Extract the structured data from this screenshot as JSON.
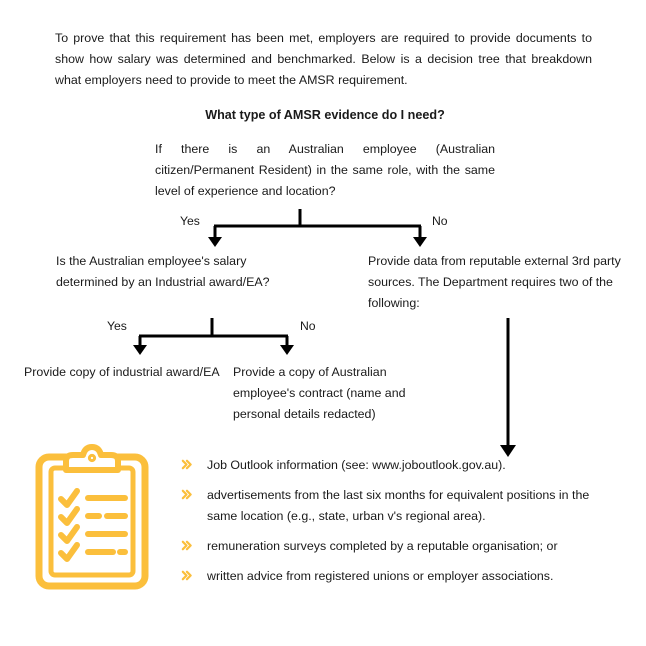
{
  "document": {
    "intro_paragraph": "To prove that this requirement has been met, employers are required to provide documents to show how salary was determined and benchmarked. Below is a decision tree that breakdown what employers need to provide to meet the AMSR requirement.",
    "headline": "What type of AMSR evidence do I need?"
  },
  "decision_tree": {
    "root_question": "If there is an Australian employee (Australian citizen/Permanent Resident) in the same role, with the same level of experience and location?",
    "level1": {
      "yes_label": "Yes",
      "no_label": "No",
      "yes_node": "Is the Australian employee's salary determined by an Industrial award/EA?",
      "no_node": "Provide data from reputable external 3rd party sources. The Department requires two of the following:"
    },
    "level2": {
      "yes_label": "Yes",
      "no_label": "No",
      "yes_node": "Provide copy of industrial award/EA",
      "no_node": "Provide a copy of Australian employee's contract (name and personal details redacted)"
    }
  },
  "evidence_list": {
    "bullet_icon": "double-chevron-right-icon",
    "items": [
      "Job Outlook information (see: www.joboutlook.gov.au).",
      "advertisements from the last six months for equivalent positions in the same location (e.g., state, urban v's regional area).",
      "remuneration surveys completed by a reputable organisation; or",
      "written advice from registered unions or employer associations."
    ]
  },
  "icons": {
    "clipboard": "clipboard-checklist-icon"
  },
  "colors": {
    "text": "#1a1a1a",
    "accent_amber": "#fbbf3c",
    "connector": "#000000",
    "background": "#ffffff"
  }
}
